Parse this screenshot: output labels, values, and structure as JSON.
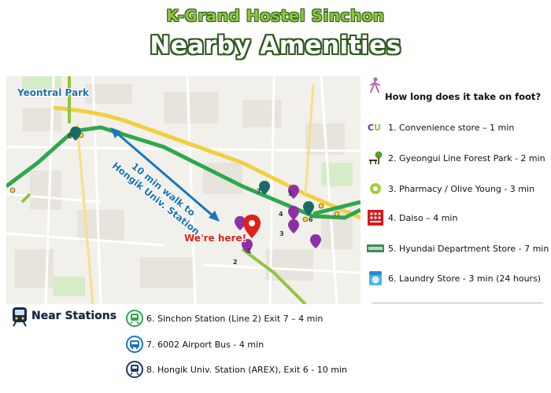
{
  "header": {
    "hostel_name": "K-Grand Hostel Sinchon",
    "page_title": "Nearby Amenities"
  },
  "map": {
    "park_label": "Yeontral Park",
    "walk_line1": "10 min walk to",
    "walk_line2": "Hongik Univ. Station",
    "here_label": "We're here!",
    "pin_numbers": [
      "1",
      "2",
      "3",
      "4",
      "5",
      "6",
      "7",
      "8"
    ],
    "colors": {
      "line2": "#2ea84a",
      "airport": "#8fc63f",
      "walk_arrow": "#1b75bb",
      "here_pin": "#e0201a",
      "amenity_pin": "#8e2fa6",
      "station_pin": "#1a6b63"
    }
  },
  "walk_times": {
    "title": "How long does it take on foot?",
    "icon": "walker-icon",
    "items": [
      {
        "label": "1. Convenience store – 1 min",
        "icon": "cu-store-icon"
      },
      {
        "label": "2. Gyeongui Line Forest Park - 2 min",
        "icon": "park-bench-icon"
      },
      {
        "label": "3. Pharmacy / Olive Young - 3 min",
        "icon": "olive-young-icon"
      },
      {
        "label": "4. Daiso – 4 min",
        "icon": "daiso-icon"
      },
      {
        "label": "5. Hyundai Department Store - 7 min",
        "icon": "hyundai-icon"
      },
      {
        "label": "6. Laundry Store - 3 min (24 hours)",
        "icon": "washing-machine-icon"
      }
    ]
  },
  "stations": {
    "title": "Near Stations",
    "icon": "train-icon",
    "items": [
      {
        "label": "6. Sinchon Station (Line 2) Exit 7 – 4 min",
        "color": "#2ea84a"
      },
      {
        "label": "7. 6002 Airport Bus - 4 min",
        "color": "#1b75bb"
      },
      {
        "label": "8. Hongik Univ. Station (AREX), Exit 6 - 10 min",
        "color": "#1a3a6b"
      }
    ]
  }
}
